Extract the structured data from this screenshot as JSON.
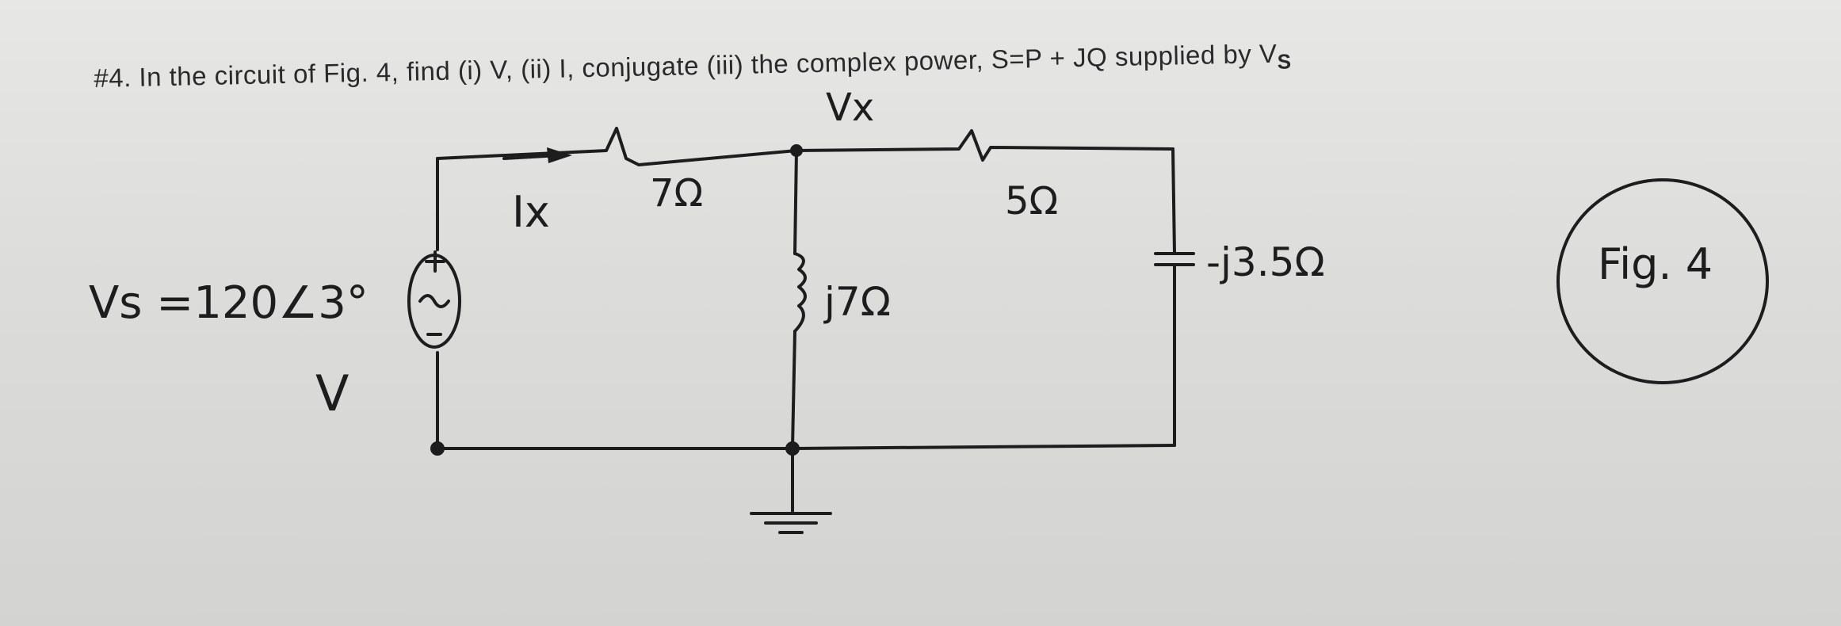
{
  "problem": {
    "text_main": "#4. In the circuit of Fig. 4, find (i) V, (ii) I, conjugate (iii) the complex power, S=P + JQ supplied by V",
    "text_sub": "S"
  },
  "labels": {
    "vx": "Vx",
    "ix": "Ix",
    "r1": "7Ω",
    "r2": "5Ω",
    "inductor": "j7Ω",
    "capacitor": "-j3.5Ω",
    "source": "Vs =120∠3°",
    "source_unit": "V",
    "figure": "Fig. 4"
  },
  "colors": {
    "ink": "#1d1d1d",
    "paper": "#dcdcda"
  }
}
